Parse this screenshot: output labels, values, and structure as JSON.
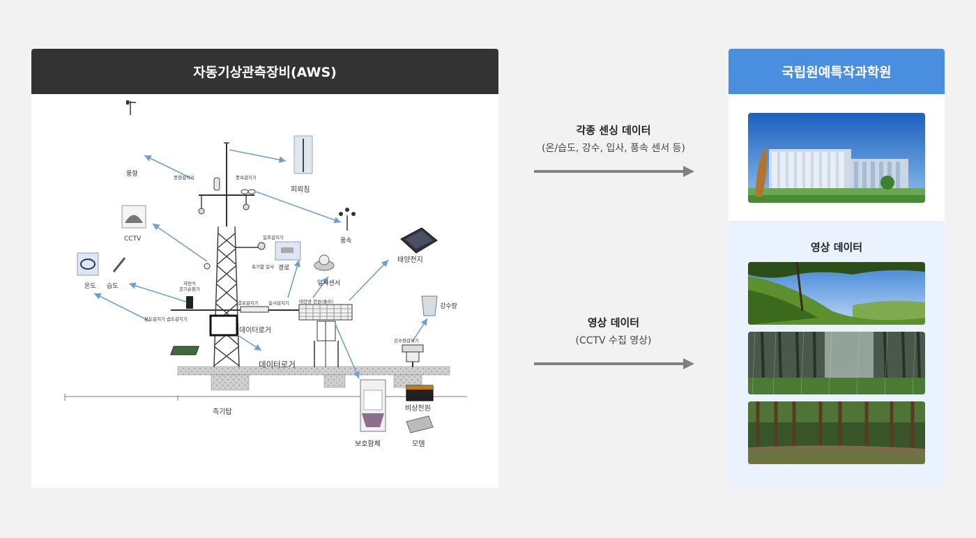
{
  "aws": {
    "title": "자동기상관측장비(AWS)",
    "labels": {
      "wind_dir": "풍향",
      "wind_dir_sensor": "풍향감지기",
      "wind_speed_sensor": "풍속감지기",
      "lightning_rod": "피뢰침",
      "wind_speed": "풍속",
      "cctv": "CCTV",
      "sunshine_sensor": "일조감지기",
      "sunshine_meter": "측기함 일사",
      "solar_panel": "태양전지",
      "sunshine_gauge": "경로",
      "radiation_sensor": "일사센서",
      "temperature": "온도",
      "humidity": "습도",
      "auto_aspirator_1": "자연식",
      "auto_aspirator_2": "공기순환기",
      "pressure_sensor": "결로감지기",
      "radiation_sensor2": "일사감지기",
      "solar_mount": "태양광 전원(솔라)",
      "rain_gauge": "강수량",
      "temp_humid_sensor": "온도감지기 습도감지기",
      "datalogger_small": "데이터로거",
      "rain_sensor": "강수량감지기",
      "datalogger": "데이터로거",
      "tower": "측기탑",
      "emergency_power": "비상전원",
      "enclosure": "보호함체",
      "modem": "모뎀"
    }
  },
  "flows": [
    {
      "title": "각종 센싱 데이터",
      "subtitle": "(온/습도, 강수, 입사, 풍속 센서 등)"
    },
    {
      "title": "영상 데이터",
      "subtitle": "(CCTV 수집 영상)"
    }
  ],
  "nifos": {
    "title": "국립원예특작과학원",
    "video_title": "영상 데이터"
  },
  "colors": {
    "aws_header": "#333333",
    "nifos_header": "#4a8ee0",
    "arrow": "#808080",
    "pointer": "#6e9fcf"
  }
}
